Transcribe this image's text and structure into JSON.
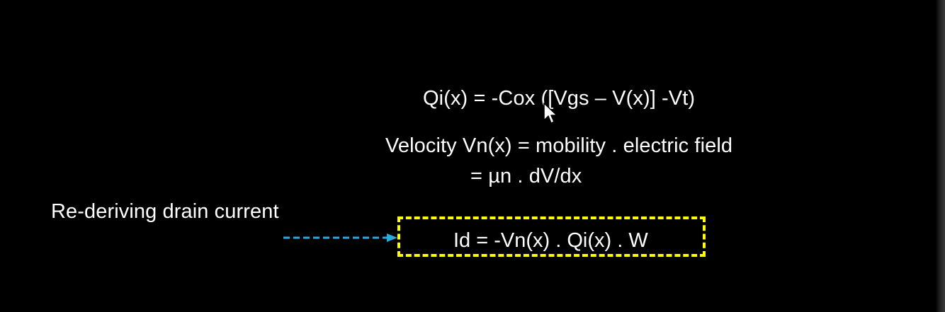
{
  "colors": {
    "background": "#000000",
    "text": "#ffffff",
    "highlight_box": "#ffff00",
    "arrow": "#29abe2"
  },
  "equations": {
    "qi": "Qi(x) = -Cox ([Vgs – V(x)] -Vt)",
    "velocity_line1": "Velocity Vn(x) = mobility . electric field",
    "velocity_line2": "= µn . dV/dx",
    "drain_current": "Id = -Vn(x) . Qi(x) . W"
  },
  "labels": {
    "annotation": "Re-deriving drain current"
  },
  "icons": {
    "cursor": "mouse-pointer-icon",
    "arrow": "dashed-arrow-right-icon"
  }
}
